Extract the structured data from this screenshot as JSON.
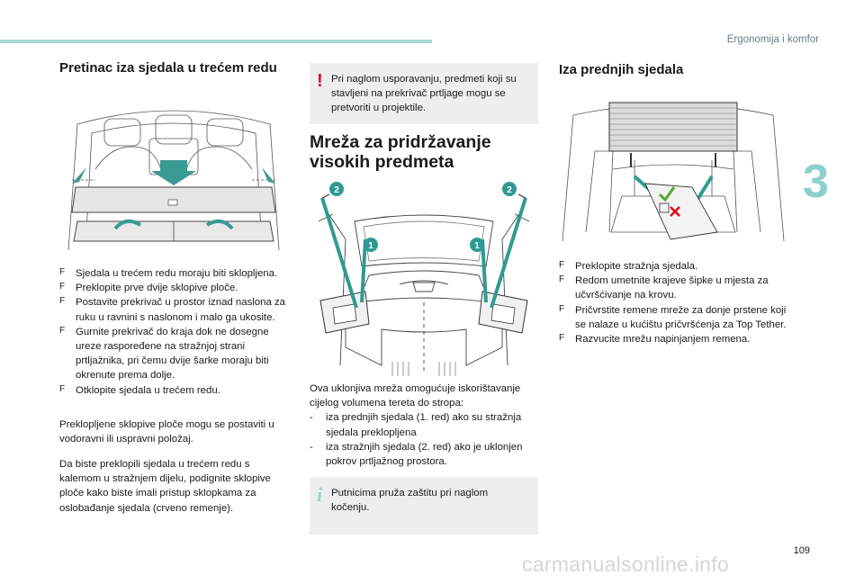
{
  "header": {
    "title": "Ergonomija i komfor",
    "chapter": "3",
    "page_number": "109"
  },
  "watermark": "carmanualsonline.info",
  "colors": {
    "accent": "#a8dad9",
    "chapter": "#8ccfcd",
    "warning": "#e2001a",
    "note_bg": "#eeeeee",
    "callout": "#2f9a93"
  },
  "section1": {
    "title": "Pretinac iza sjedala u trećem redu",
    "bullets": [
      "Sjedala u trećem redu moraju biti sklopljena.",
      "Preklopite prve dvije sklopive ploče.",
      "Postavite prekrivač u prostor iznad naslona za ruku u ravnini s naslonom i malo ga ukosite.",
      "Gurnite prekrivač do kraja dok ne dosegne ureze raspoređene na stražnjoj strani prtljažnika, pri čemu dvije šarke moraju biti okrenute prema dolje.",
      "Otklopite sjedala u trećem redu."
    ],
    "after_bullets": "Preklopljene sklopive ploče mogu se postaviti u vodoravni ili uspravni položaj.",
    "paragraph": "Da biste preklopili sjedala u trećem redu s kalemom u stražnjem dijelu, podignite sklopive ploče kako biste imali pristup sklopkama za oslobađanje sjedala (crveno remenje)."
  },
  "warning_box": {
    "icon": "warning-icon",
    "text": "Pri naglom usporavanju, predmeti koji su stavljeni na prekrivač prtljage mogu se pretvoriti u projektile."
  },
  "section2": {
    "title": "Mreža za pridržavanje visokih predmeta",
    "callouts": [
      "2",
      "2",
      "1",
      "1"
    ],
    "intro": "Ova uklonjiva mreža omogućuje iskorištavanje cijelog volumena tereta do stropa:",
    "dashes": [
      "iza prednjih sjedala (1. red) ako su stražnja sjedala preklopljena",
      "iza stražnjih sjedala (2. red) ako je uklonjen pokrov prtljažnog prostora."
    ]
  },
  "info_box": {
    "icon": "info-icon",
    "text": "Putnicima pruža zaštitu pri naglom kočenju."
  },
  "section3": {
    "title": "Iza prednjih sjedala",
    "bullets": [
      "Preklopite stražnja sjedala.",
      "Redom umetnite krajeve šipke u mjesta za učvršćivanje na krovu.",
      "Pričvrstite remene mreže za donje prstene koji se nalaze u kućištu pričvršćenja za Top Tether.",
      "Razvucite mrežu napinjanjem remena."
    ]
  },
  "bullet_marker": "F",
  "dash_marker": "-"
}
